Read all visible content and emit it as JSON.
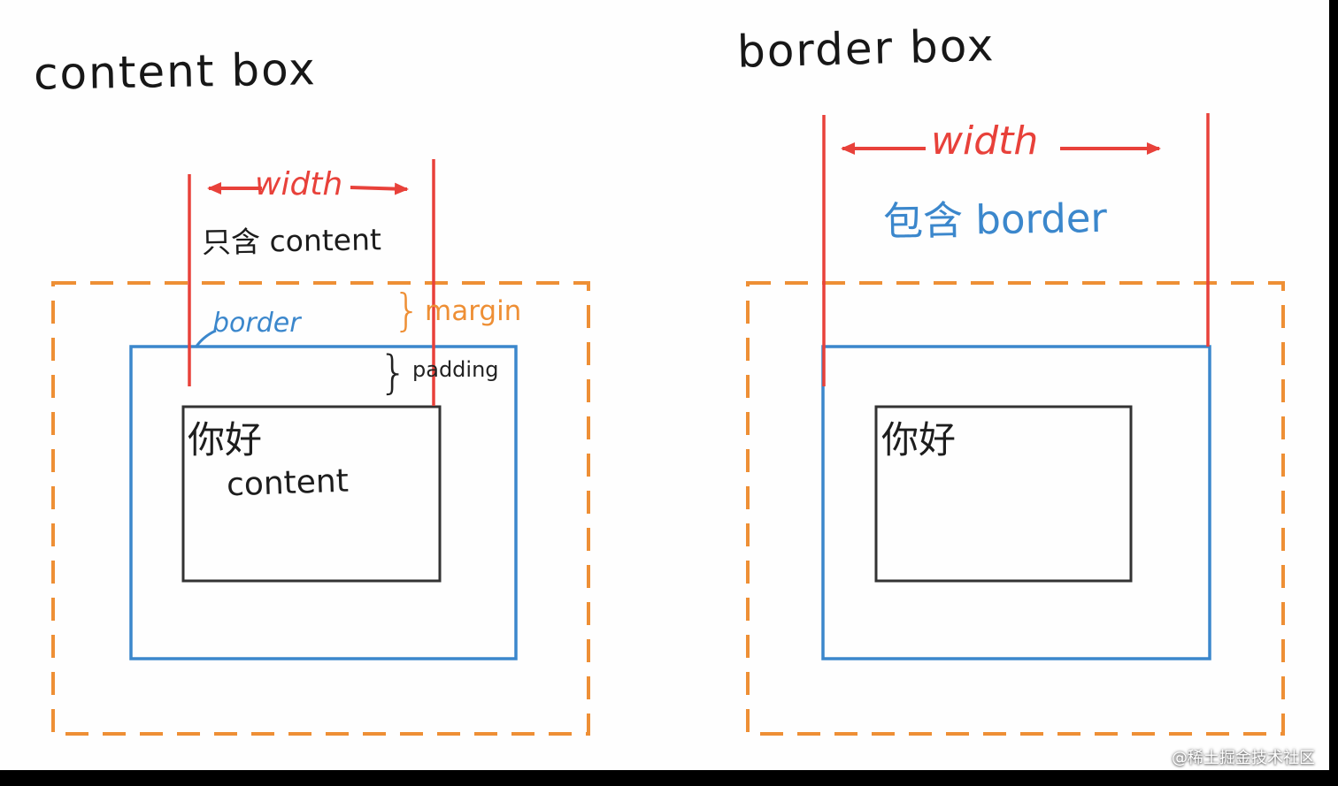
{
  "colors": {
    "red": "#e8413a",
    "orange": "#ee8f35",
    "blue": "#3b87cc",
    "ink": "#222222"
  },
  "left": {
    "title": "content box",
    "width_label": "width",
    "width_note": "只含 content",
    "border_label": "border",
    "margin_brace": "}",
    "margin_label": "margin",
    "padding_brace": "}",
    "padding_label": "padding",
    "content_greeting": "你好",
    "content_label": "content"
  },
  "right": {
    "title": "border box",
    "width_label": "width",
    "width_note": "包含 border",
    "content_greeting": "你好"
  },
  "watermark": "@稀土掘金技术社区"
}
